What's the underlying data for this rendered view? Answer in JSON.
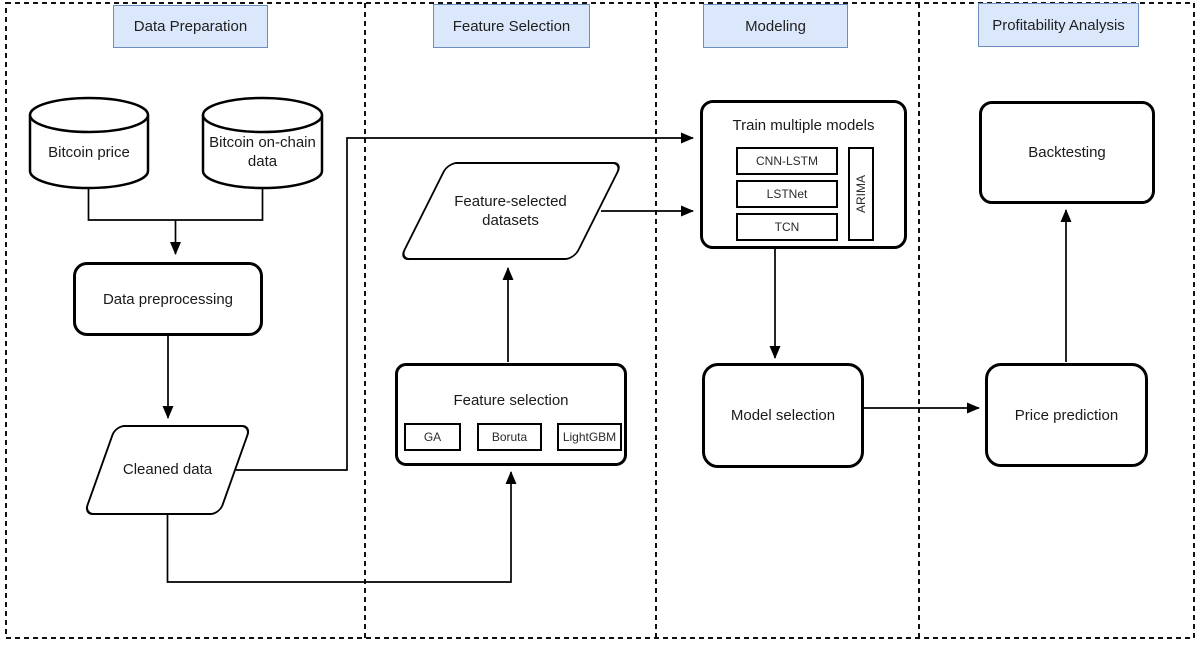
{
  "diagram": {
    "title_hint": "Bitcoin price forecasting pipeline flowchart",
    "phases": {
      "data_preparation": "Data Preparation",
      "feature_selection": "Feature Selection",
      "modeling": "Modeling",
      "profitability_analysis": "Profitability Analysis"
    },
    "nodes": {
      "bitcoin_price": "Bitcoin price",
      "bitcoin_onchain": "Bitcoin on-chain data",
      "data_preprocessing": "Data preprocessing",
      "cleaned_data": "Cleaned data",
      "feature_selected_datasets": "Feature-selected datasets",
      "feature_selection": "Feature selection",
      "fs_methods": [
        "GA",
        "Boruta",
        "LightGBM"
      ],
      "train_multiple_models": "Train multiple models",
      "models": [
        "CNN-LSTM",
        "LSTNet",
        "TCN"
      ],
      "arima": "ARIMA",
      "model_selection": "Model selection",
      "backtesting": "Backtesting",
      "price_prediction": "Price prediction"
    },
    "colors": {
      "header_fill": "#dbe8fb",
      "header_border": "#6c8ebf",
      "shape_border": "#000000",
      "background": "#ffffff"
    }
  }
}
